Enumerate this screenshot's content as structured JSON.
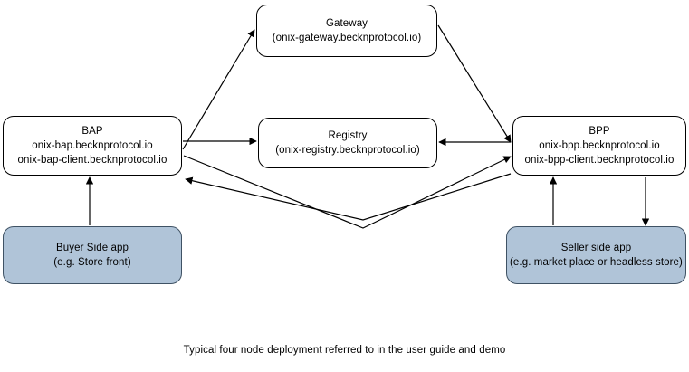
{
  "diagram": {
    "title_caption": "Typical four node deployment referred to in the user guide and demo",
    "colors": {
      "node_fill": "#ffffff",
      "shaded_node_fill": "#b0c4d8",
      "shaded_node_stroke": "#3f5264",
      "stroke": "#000000",
      "background": "#ffffff"
    },
    "nodes": [
      {
        "id": "gateway",
        "name": "Gateway",
        "host": "(onix-gateway.becknprotocol.io)",
        "shaded": false
      },
      {
        "id": "bap",
        "name": "BAP",
        "host": "onix-bap.becknprotocol.io",
        "host2": "onix-bap-client.becknprotocol.io",
        "shaded": false
      },
      {
        "id": "registry",
        "name": "Registry",
        "host": "(onix-registry.becknprotocol.io)",
        "shaded": false
      },
      {
        "id": "bpp",
        "name": "BPP",
        "host": "onix-bpp.becknprotocol.io",
        "host2": "onix-bpp-client.becknprotocol.io",
        "shaded": false
      },
      {
        "id": "buyer",
        "name": "Buyer Side app",
        "host": "(e.g. Store front)",
        "shaded": true
      },
      {
        "id": "seller",
        "name": "Seller side app",
        "host": "(e.g. market place or headless store)",
        "shaded": true
      }
    ],
    "edges": [
      {
        "id": "bap-to-gateway",
        "from": "bap",
        "to": "gateway",
        "direction": "forward"
      },
      {
        "id": "gateway-to-bpp",
        "from": "gateway",
        "to": "bpp",
        "direction": "forward"
      },
      {
        "id": "bap-to-registry",
        "from": "bap",
        "to": "registry",
        "direction": "forward"
      },
      {
        "id": "bpp-to-registry",
        "from": "bpp",
        "to": "registry",
        "direction": "forward"
      },
      {
        "id": "bap-to-bpp",
        "from": "bap",
        "to": "bpp",
        "direction": "forward"
      },
      {
        "id": "bpp-to-bap",
        "from": "bpp",
        "to": "bap",
        "direction": "forward"
      },
      {
        "id": "buyer-to-bap",
        "from": "buyer",
        "to": "bap",
        "direction": "forward"
      },
      {
        "id": "seller-to-bpp",
        "from": "seller",
        "to": "bpp",
        "direction": "forward"
      },
      {
        "id": "bpp-to-seller",
        "from": "bpp",
        "to": "seller",
        "direction": "forward"
      }
    ]
  }
}
